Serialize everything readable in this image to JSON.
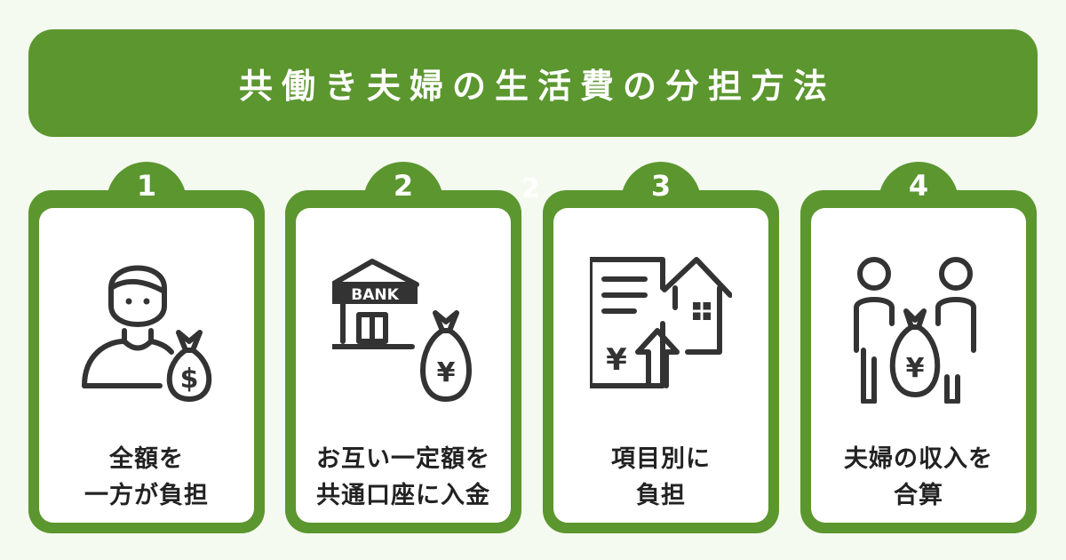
{
  "title": "共働き夫婦の生活費の分担方法",
  "stray_mark": "2",
  "colors": {
    "accent": "#5b962f",
    "background": "#f4faef",
    "icon": "#333333"
  },
  "cards": [
    {
      "number": "1",
      "icon": "person-money-bag-icon",
      "bag_symbol": "$",
      "lines": [
        "全額を",
        "一方が負担"
      ]
    },
    {
      "number": "2",
      "icon": "bank-money-bag-icon",
      "bank_label": "BANK",
      "bag_symbol": "¥",
      "lines": [
        "お互い一定額を",
        "共通口座に入金"
      ]
    },
    {
      "number": "3",
      "icon": "document-house-icon",
      "doc_symbol": "¥",
      "lines": [
        "項目別に",
        "負担"
      ]
    },
    {
      "number": "4",
      "icon": "couple-money-bag-icon",
      "bag_symbol": "¥",
      "lines": [
        "夫婦の収入を",
        "合算"
      ]
    }
  ]
}
